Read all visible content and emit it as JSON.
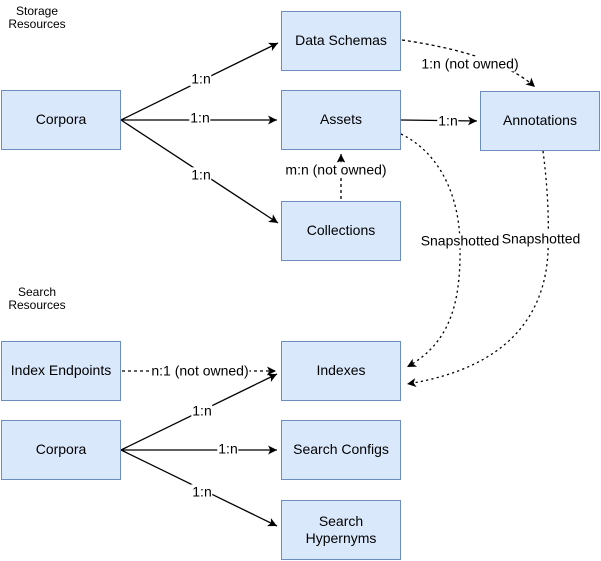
{
  "diagram": {
    "background": "#ffffff",
    "colors": {
      "node_fill": "#dae8fc",
      "node_border": "#6c8ebf",
      "edge_line": "#000000",
      "text": "#000000",
      "edge_label_background": "#ffffff"
    },
    "section_labels": [
      {
        "id": "storage-resources",
        "text": "Storage\nResources"
      },
      {
        "id": "search-resources",
        "text": "Search\nResources"
      }
    ],
    "nodes": [
      {
        "id": "corpora-storage",
        "label": "Corpora"
      },
      {
        "id": "data-schemas",
        "label": "Data Schemas"
      },
      {
        "id": "assets",
        "label": "Assets"
      },
      {
        "id": "annotations",
        "label": "Annotations"
      },
      {
        "id": "collections",
        "label": "Collections"
      },
      {
        "id": "index-endpoints",
        "label": "Index Endpoints"
      },
      {
        "id": "corpora-search",
        "label": "Corpora"
      },
      {
        "id": "indexes",
        "label": "Indexes"
      },
      {
        "id": "search-configs",
        "label": "Search Configs"
      },
      {
        "id": "search-hypernyms",
        "label": "Search\nHypernyms"
      }
    ],
    "edge_labels": [
      {
        "id": "corpora-to-data-schemas",
        "text": "1:n"
      },
      {
        "id": "corpora-to-assets",
        "text": "1:n"
      },
      {
        "id": "corpora-to-collections",
        "text": "1:n"
      },
      {
        "id": "collections-to-assets",
        "text": "m:n (not owned)"
      },
      {
        "id": "assets-to-annotations",
        "text": "1:n"
      },
      {
        "id": "data-schemas-to-annotations",
        "text": "1:n (not owned)"
      },
      {
        "id": "assets-to-indexes",
        "text": "Snapshotted"
      },
      {
        "id": "annotations-to-indexes",
        "text": "Snapshotted"
      },
      {
        "id": "index-endpoints-to-indexes",
        "text": "n:1 (not owned)"
      },
      {
        "id": "corpora-to-indexes",
        "text": "1:n"
      },
      {
        "id": "corpora-to-search-configs",
        "text": "1:n"
      },
      {
        "id": "corpora-to-search-hypernyms",
        "text": "1:n"
      }
    ]
  }
}
